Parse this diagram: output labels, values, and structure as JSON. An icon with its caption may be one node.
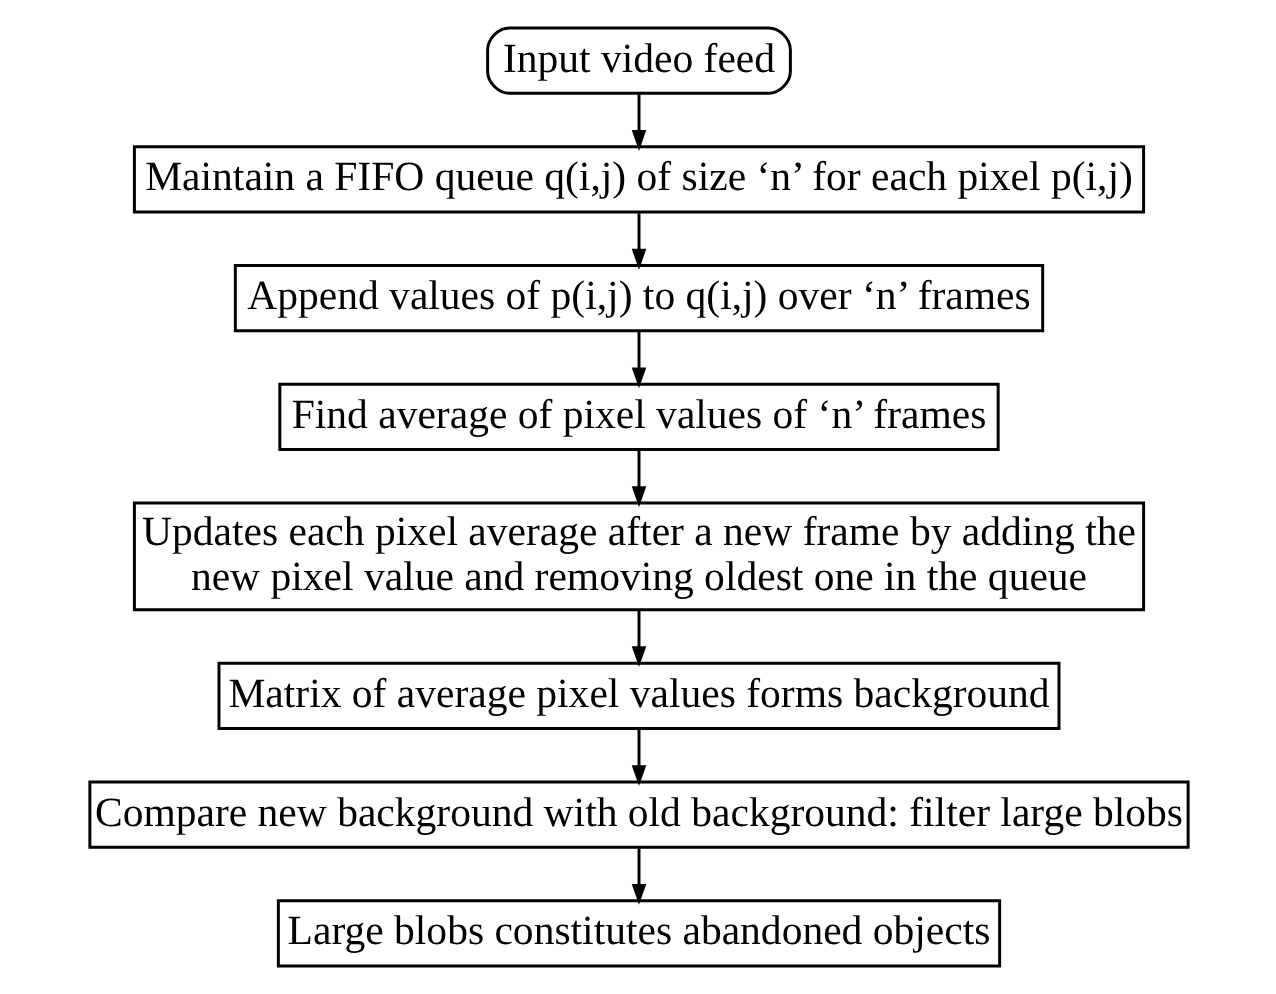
{
  "diagram": {
    "nodes": [
      {
        "text": [
          "Input video feed"
        ]
      },
      {
        "text": [
          "Maintain a FIFO queue q(i,j) of size ‘n’ for each pixel p(i,j)"
        ]
      },
      {
        "text": [
          "Append values of p(i,j) to q(i,j) over ‘n’ frames"
        ]
      },
      {
        "text": [
          "Find average of pixel values of ‘n’ frames"
        ]
      },
      {
        "text": [
          "Updates each pixel average after a new frame by adding the new pixel value and removing oldest one in the queue"
        ]
      },
      {
        "text": [
          "Matrix of average pixel values forms background"
        ]
      },
      {
        "text": [
          "Compare new background with old background: filter large blobs"
        ]
      },
      {
        "text": [
          "Large blobs constitutes abandoned objects"
        ]
      }
    ],
    "edges": [
      {
        "from": 0,
        "to": 1,
        "arrow": "to"
      },
      {
        "from": 1,
        "to": 2,
        "arrow": "to"
      },
      {
        "from": 2,
        "to": 3,
        "arrow": "to"
      },
      {
        "from": 3,
        "to": 4,
        "arrow": "to"
      },
      {
        "from": 4,
        "to": 5,
        "arrow": "to"
      },
      {
        "from": 5,
        "to": 6,
        "arrow": "to"
      },
      {
        "from": 6,
        "to": 7,
        "arrow": "to"
      }
    ]
  }
}
